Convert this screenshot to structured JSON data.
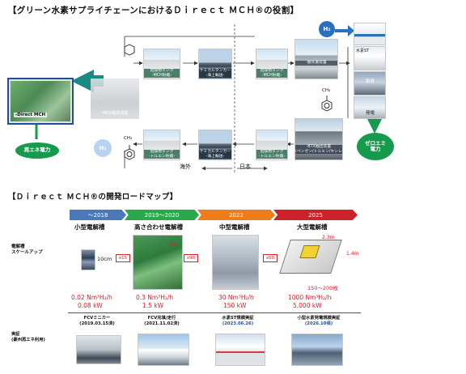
{
  "colors": {
    "green": "#169a4e",
    "teal": "#1a8a84",
    "navy": "#1f4e9c",
    "red": "#d2232a",
    "phase1": "#4a78b8",
    "phase2": "#2aa84a",
    "phase3": "#ef7d1a",
    "phase4": "#cc2229"
  },
  "supply_chain": {
    "title": "【グリーン水素サプライチェーンにおけるＤｉｒｅｃｔ ＭＣＨ®の役割】",
    "direct_mch": "-Direct MCH",
    "renewable": "再エネ電力",
    "mch_plant": "-MCH製造装置",
    "h2": "H₂",
    "tank_top_left": "危険物タンク\n-MCH貯蔵-",
    "tanker_top": "ケミカルタンカー\n-海上輸送-",
    "tank_top_right": "危険物タンク\n-MCH貯蔵-",
    "dehydro": "-脱水素装置",
    "tank_bottom_left": "危険物タンク\n-トルエン貯蔵-",
    "tanker_bottom": "ケミカルタンカー\n-海上輸送-",
    "tank_bottom_right": "危険物タンク\n-トルエン貯蔵-",
    "btx": "-BTX抽出装置\n(ベンゼン/トルエン/キシレン)",
    "ch3": "CH₃",
    "overseas": "海外",
    "japan": "日本",
    "h2_station": "水素ST",
    "steelworks": "製鉄",
    "power": "発電",
    "zero_emission": "ゼロエミ\n電力"
  },
  "roadmap": {
    "title": "【Ｄｉｒｅｃｔ ＭＣＨ®の開発ロードマップ】",
    "phases": [
      "～2018",
      "2019～2020",
      "2022",
      "2025"
    ],
    "stages": [
      "小型電解槽",
      "高さ合わせ電解槽",
      "中型電解槽",
      "大型電解槽"
    ],
    "row_label": "電解槽\nスケールアップ",
    "dims": {
      "small": "10cm",
      "medium_h": "4m",
      "large_a": "2.3m",
      "large_b": "1.4m",
      "large_range": "150～200枚"
    },
    "multipliers": [
      "x15",
      "x90",
      "x50"
    ],
    "outputs": [
      {
        "flow": "0.02 Nm³H₂/h",
        "power": "0.08 kW"
      },
      {
        "flow": "0.3 Nm³H₂/h",
        "power": "1.5 kW"
      },
      {
        "flow": "30 Nm³H₂/h",
        "power": "150 kW"
      },
      {
        "flow": "1000 Nm³H₂/h",
        "power": "5,000 kW"
      }
    ],
    "demo_row": "実証\n(豪州再エネ利用)",
    "demos": [
      {
        "name": "FCVミニカー",
        "date": "(2019.03.15済)"
      },
      {
        "name": "FCV充填/走行",
        "date": "(2021.11.02済)"
      },
      {
        "name": "水素ST規模実証",
        "date": "(2023.06.26)"
      },
      {
        "name": "小型水素発電規模実証",
        "date": "(2026.10頃)"
      }
    ]
  }
}
